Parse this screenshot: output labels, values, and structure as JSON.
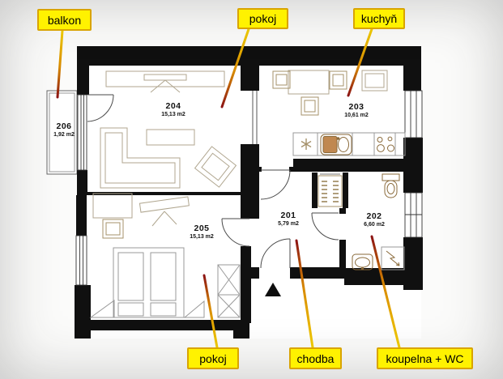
{
  "callouts": [
    {
      "id": "balkon",
      "label": "balkon"
    },
    {
      "id": "pokoj-top",
      "label": "pokoj"
    },
    {
      "id": "kuchyn",
      "label": "kuchyň"
    },
    {
      "id": "pokoj-bottom",
      "label": "pokoj"
    },
    {
      "id": "chodba",
      "label": "chodba"
    },
    {
      "id": "koupelna-wc",
      "label": "koupelna + WC"
    }
  ],
  "rooms": [
    {
      "number": "201",
      "area": "5,79 m2",
      "name": "chodba"
    },
    {
      "number": "202",
      "area": "6,60 m2",
      "name": "koupelna + WC"
    },
    {
      "number": "203",
      "area": "10,61 m2",
      "name": "kuchyň"
    },
    {
      "number": "204",
      "area": "15,13 m2",
      "name": "pokoj"
    },
    {
      "number": "205",
      "area": "15,13 m2",
      "name": "pokoj"
    },
    {
      "number": "206",
      "area": "1,92 m2",
      "name": "balkon"
    }
  ],
  "colors": {
    "callout_bg": "#fff200",
    "callout_border": "#d9a400",
    "wall": "#101010",
    "leader_start": "#f2ce00",
    "leader_end": "#8c1414",
    "furniture_tan": "#a5916a",
    "furniture_gray": "#b0a68f",
    "sink_brown": "#c08850"
  }
}
